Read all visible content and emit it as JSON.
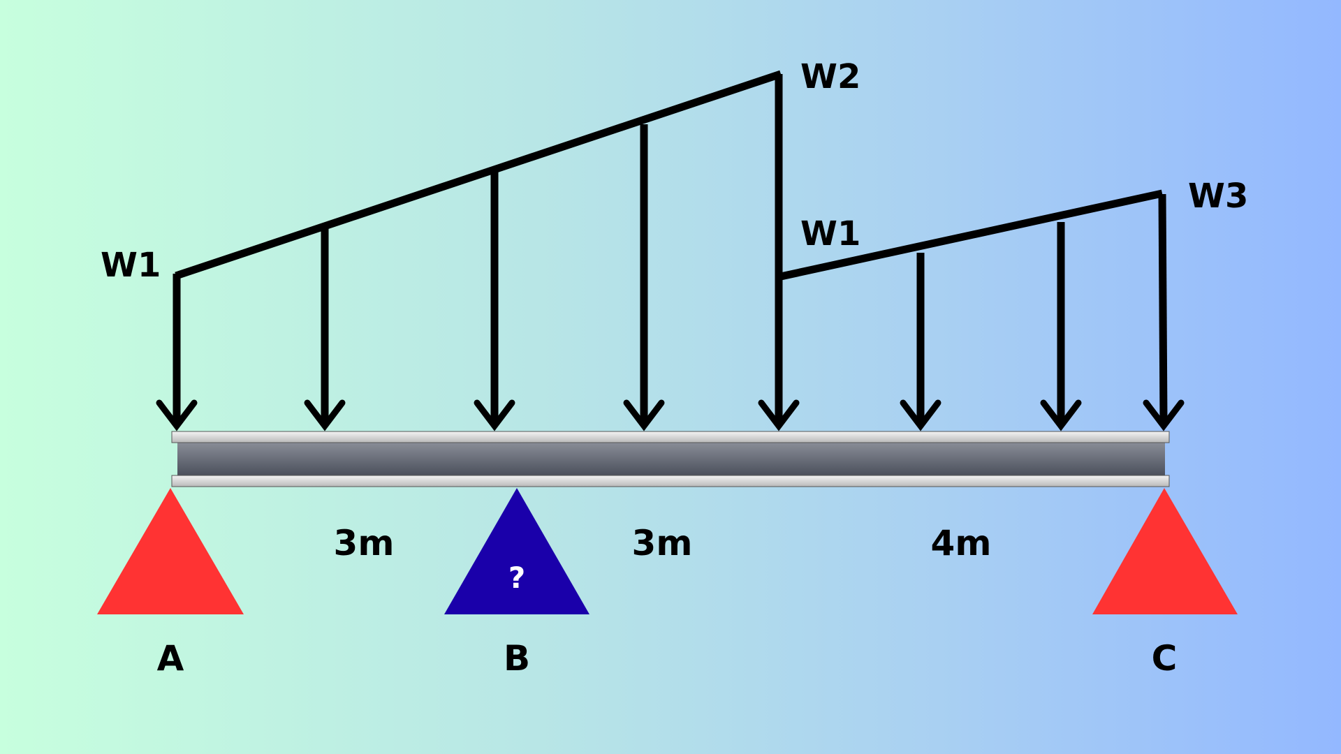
{
  "load_labels": {
    "w1_left": "W1",
    "w2": "W2",
    "w1_mid": "W1",
    "w3": "W3"
  },
  "spans": [
    "3m",
    "3m",
    "4m"
  ],
  "supports": {
    "a": {
      "label": "A",
      "color": "#ff3333"
    },
    "b": {
      "label": "B",
      "color": "#1a00aa",
      "marker": "?"
    },
    "c": {
      "label": "C",
      "color": "#ff3333"
    }
  },
  "colors": {
    "line": "#000000",
    "beam_flange": "#e6e6e6",
    "beam_web_top": "#8a8e98",
    "beam_web_bottom": "#4b505c"
  }
}
